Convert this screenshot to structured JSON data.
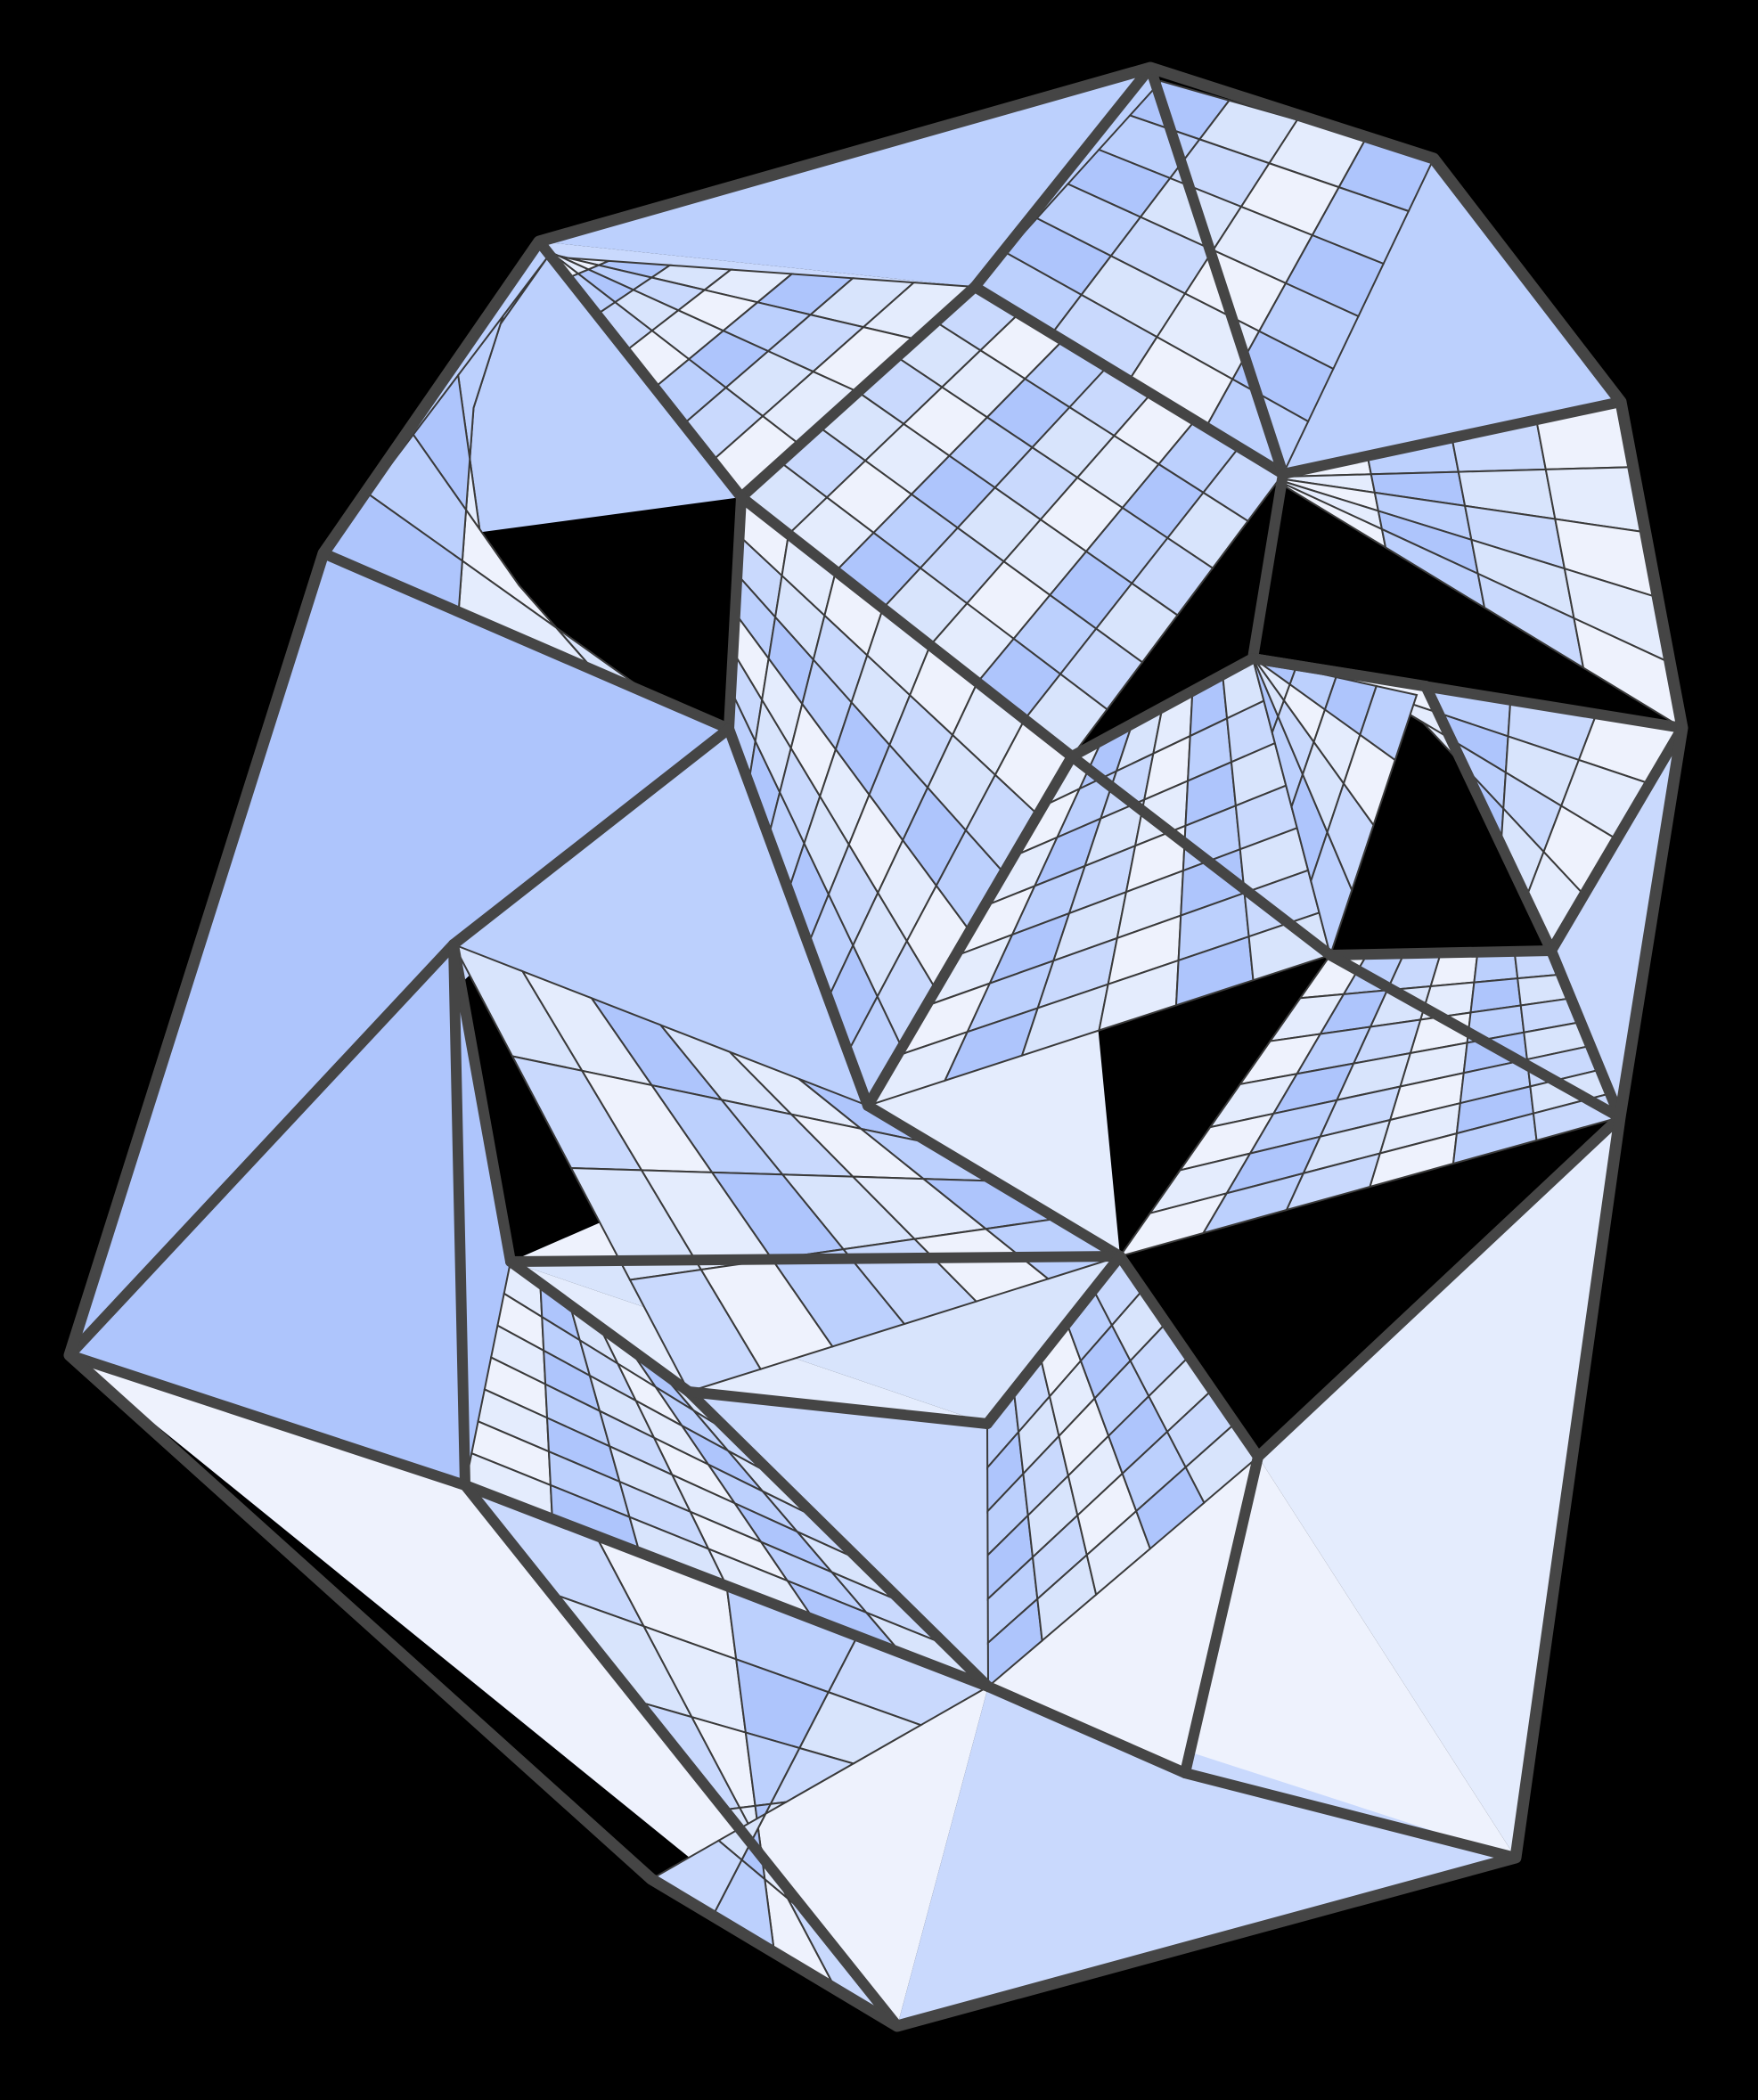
{
  "figure": {
    "kind": "polyhedral mesh illustration",
    "background": "#000000",
    "edge_color": "#454545",
    "grid_color": "#3a3a3a",
    "palette": {
      "p1": "#aec5fc",
      "p2": "#bcd0fd",
      "p3": "#c9d9fd",
      "p4": "#d8e4fc",
      "p5": "#e4ecfd",
      "p6": "#eef2fd"
    },
    "face_count": 26,
    "quad_patch_count": 13
  }
}
